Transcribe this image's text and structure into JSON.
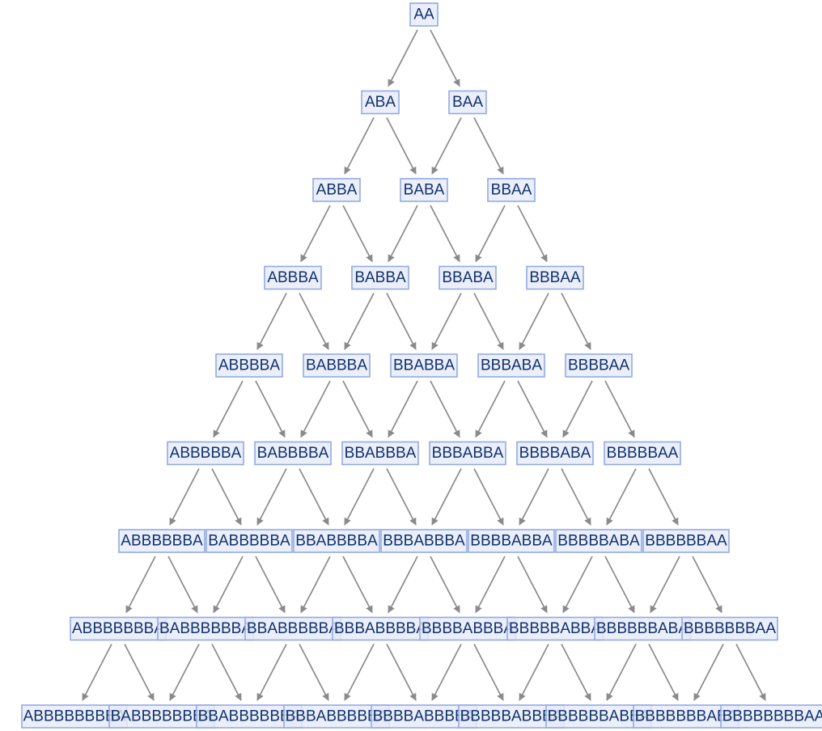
{
  "colors": {
    "node_fill": "#e6ecf9",
    "node_border": "#93aae3",
    "node_text": "#10306e",
    "edge": "#8a8a8a"
  },
  "graph": {
    "levels": [
      [
        "AA"
      ],
      [
        "ABA",
        "BAA"
      ],
      [
        "ABBA",
        "BABA",
        "BBAA"
      ],
      [
        "ABBBA",
        "BABBA",
        "BBABA",
        "BBBAA"
      ],
      [
        "ABBBBA",
        "BABBBA",
        "BBABBA",
        "BBBABA",
        "BBBBAA"
      ],
      [
        "ABBBBBA",
        "BABBBBA",
        "BBABBBA",
        "BBBABBA",
        "BBBBABA",
        "BBBBBAA"
      ],
      [
        "ABBBBBBA",
        "BABBBBBA",
        "BBABBBBA",
        "BBBABBBA",
        "BBBBABBA",
        "BBBBBABA",
        "BBBBBBAA"
      ],
      [
        "ABBBBBBBA",
        "BABBBBBBA",
        "BBABBBBBA",
        "BBBABBBBA",
        "BBBBABBBA",
        "BBBBBABBA",
        "BBBBBBABA",
        "BBBBBBBAA"
      ],
      [
        "ABBBBBBBBA",
        "BABBBBBBBA",
        "BBABBBBBBA",
        "BBBABBBBBA",
        "BBBBABBBBA",
        "BBBBBABBBA",
        "BBBBBBABBA",
        "BBBBBBBABA",
        "BBBBBBBBAA"
      ]
    ]
  }
}
